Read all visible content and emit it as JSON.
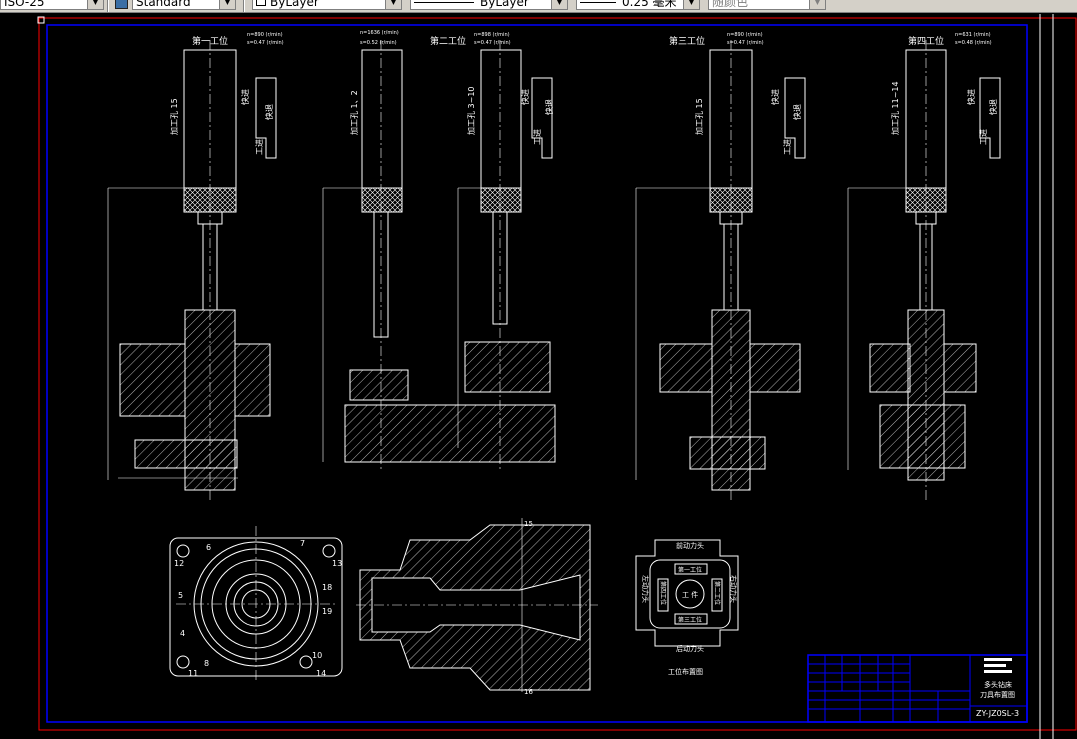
{
  "toolbar": {
    "dim_style": "ISO-25",
    "text_style": "Standard",
    "layer": "ByLayer",
    "linetype": "ByLayer",
    "lineweight": "0.25 毫米",
    "plot_style": "随颜色"
  },
  "colors": {
    "background": "#000000",
    "border": "#0000ff",
    "drawing": "#ffffff",
    "toolbar": "#d4d0c8"
  },
  "stations": [
    {
      "title": "第一工位",
      "speed": "n=890 (r/min)",
      "feed": "s=0.47 (r/min)",
      "hole": "加工孔 15",
      "legend_a": "快进",
      "legend_b": "快退",
      "legend_c": "工进"
    },
    {
      "title": "第二工位",
      "speed": "n=1636 (r/min)",
      "feed": "s=0.52 (r/min)",
      "hole": "加工孔 1、2",
      "speed2": "n=898 (r/min)",
      "feed2": "s=0.47 (r/min)",
      "hole2": "加工孔 3~10",
      "legend_a": "快进",
      "legend_b": "快退",
      "legend_c": "工进"
    },
    {
      "title": "第三工位",
      "speed": "n=890 (r/min)",
      "feed": "s=0.47 (r/min)",
      "hole": "加工孔 15",
      "legend_a": "快进",
      "legend_b": "快退",
      "legend_c": "工进"
    },
    {
      "title": "第四工位",
      "speed": "n=631 (r/min)",
      "feed": "s=0.48 (r/min)",
      "hole": "加工孔 11~14",
      "legend_a": "快进",
      "legend_b": "快退",
      "legend_c": "工进"
    }
  ],
  "flange_numbers": [
    "6",
    "7",
    "12",
    "13",
    "5",
    "18",
    "4",
    "19",
    "8",
    "10",
    "11",
    "14"
  ],
  "section_labels": [
    "15",
    "16"
  ],
  "layout_diagram": {
    "front": "前动力头",
    "rear": "后动力头",
    "left": "左动力头",
    "right": "右动力头",
    "st1": "第一工位",
    "st2": "第二工位",
    "st3": "第三工位",
    "st4": "第四工位",
    "center": "工 件",
    "caption": "工位布置图"
  },
  "title_block": {
    "name1": "多头钻床",
    "name2": "刀具布置图",
    "code": "ZY-JZ0SL-3"
  }
}
